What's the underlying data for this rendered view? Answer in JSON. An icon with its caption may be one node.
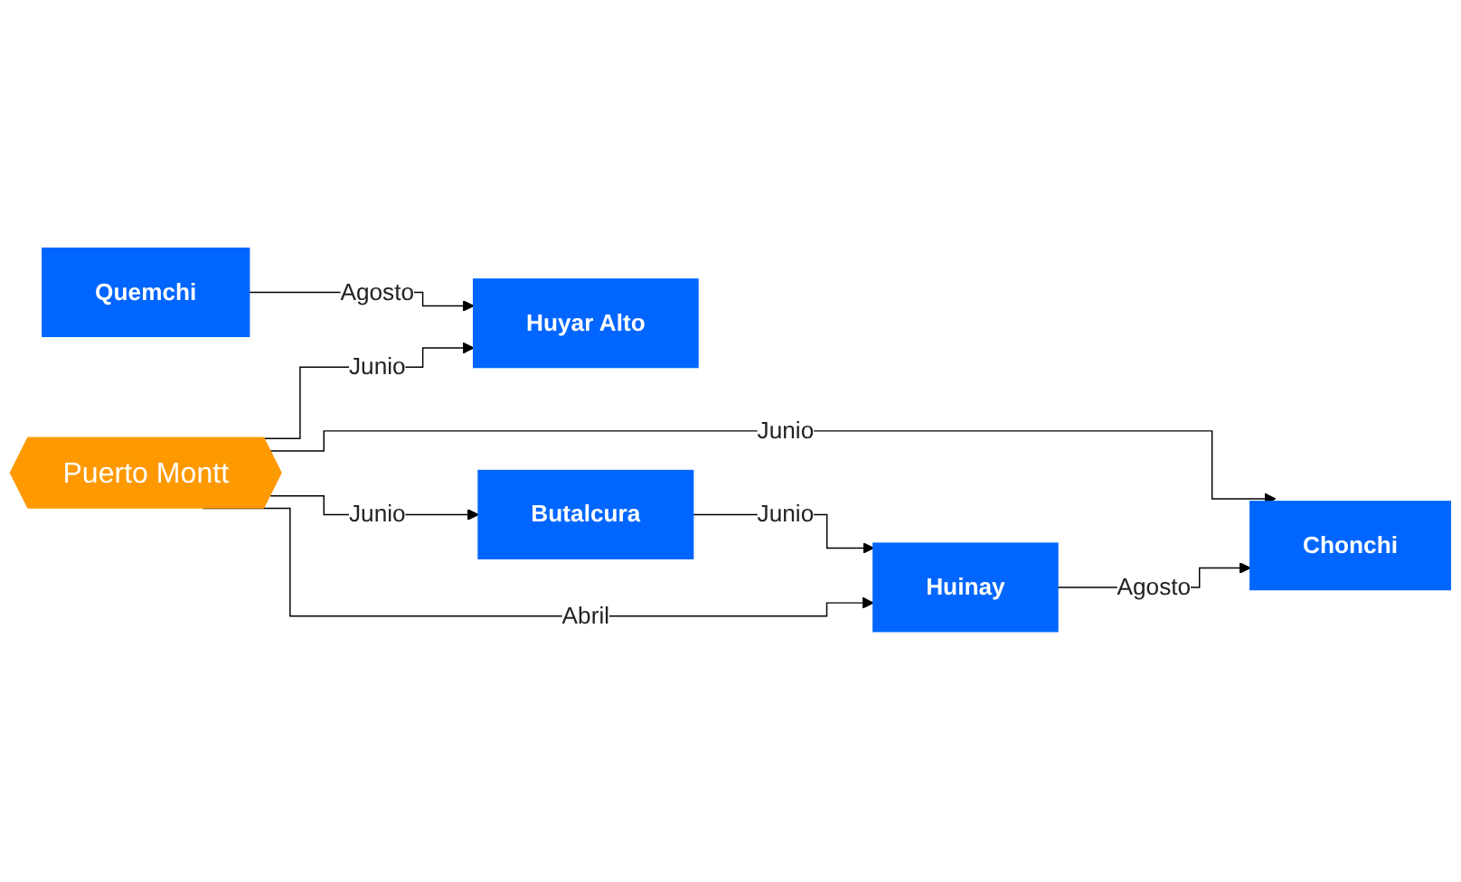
{
  "diagram": {
    "nodes": [
      {
        "text": [
          "Puerto Montt"
        ]
      },
      {
        "text": [
          "Huinay"
        ]
      },
      {
        "text": [
          "Chonchi"
        ]
      },
      {
        "text": [
          "Huyar Alto"
        ]
      },
      {
        "text": [
          "Butalcura"
        ]
      },
      {
        "text": [
          "Quemchi"
        ]
      }
    ],
    "edges": [
      {
        "from": 0,
        "to": 1,
        "arrow": "to",
        "label": "Abril"
      },
      {
        "from": 1,
        "to": 2,
        "arrow": "to",
        "label": "Agosto"
      },
      {
        "from": 0,
        "to": 2,
        "arrow": "to",
        "label": "Junio"
      },
      {
        "from": 0,
        "to": 3,
        "arrow": "to",
        "label": "Junio"
      },
      {
        "from": 0,
        "to": 4,
        "arrow": "to",
        "label": "Junio"
      },
      {
        "from": 5,
        "to": 3,
        "arrow": "to",
        "label": "Agosto"
      },
      {
        "from": 4,
        "to": 1,
        "arrow": "to",
        "label": "Junio"
      }
    ]
  }
}
